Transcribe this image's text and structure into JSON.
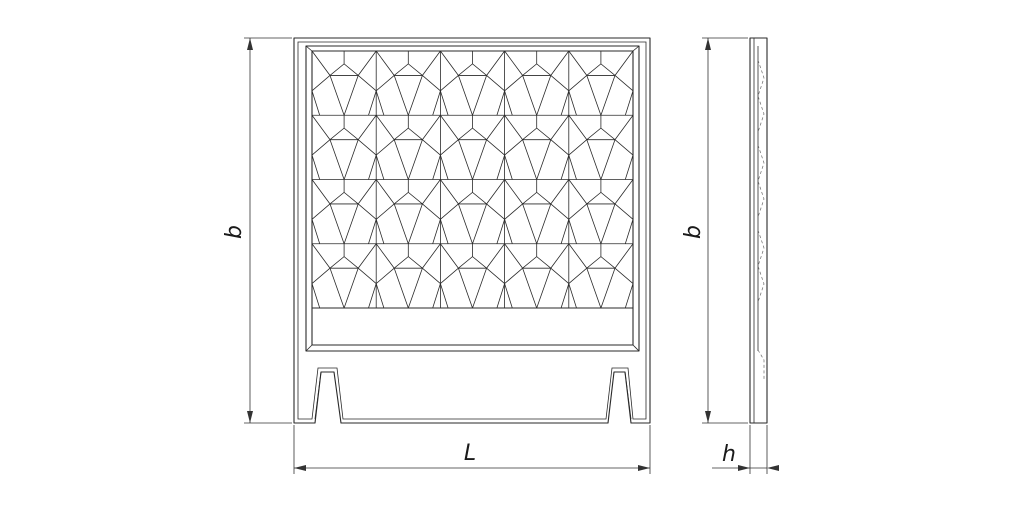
{
  "labels": {
    "height_front": "b",
    "length": "L",
    "height_side": "b",
    "thickness": "h"
  },
  "pattern": {
    "rows": 4,
    "cols": 5
  },
  "colors": {
    "line": "#2a2a2a",
    "background": "#ffffff"
  }
}
